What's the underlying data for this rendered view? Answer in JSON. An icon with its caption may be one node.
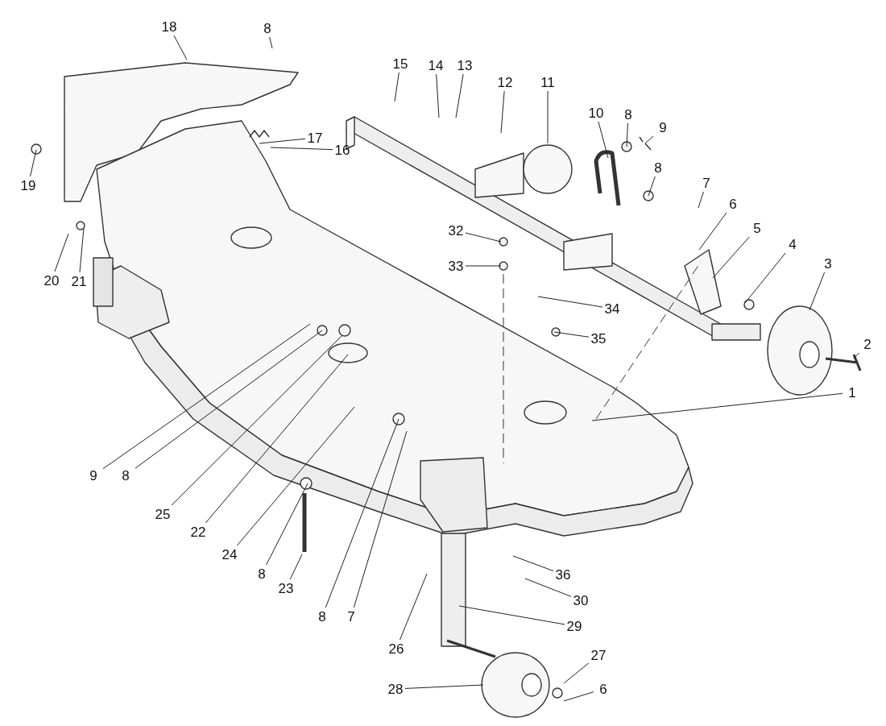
{
  "diagram": {
    "nodes": [
      {
        "text": [
          "18"
        ]
      },
      {
        "text": [
          "8"
        ]
      },
      {
        "text": [
          "15"
        ]
      },
      {
        "text": [
          "14"
        ]
      },
      {
        "text": [
          "13"
        ]
      },
      {
        "text": [
          "12"
        ]
      },
      {
        "text": [
          "11"
        ]
      },
      {
        "text": [
          "10"
        ]
      },
      {
        "text": [
          "8"
        ]
      },
      {
        "text": [
          "9"
        ]
      },
      {
        "text": [
          "8"
        ]
      },
      {
        "text": [
          "7"
        ]
      },
      {
        "text": [
          "6"
        ]
      },
      {
        "text": [
          "5"
        ]
      },
      {
        "text": [
          "4"
        ]
      },
      {
        "text": [
          "3"
        ]
      },
      {
        "text": [
          "2"
        ]
      },
      {
        "text": [
          "1"
        ]
      },
      {
        "text": [
          "17"
        ]
      },
      {
        "text": [
          "16"
        ]
      },
      {
        "text": [
          "19"
        ]
      },
      {
        "text": [
          "20"
        ]
      },
      {
        "text": [
          "21"
        ]
      },
      {
        "text": [
          "32"
        ]
      },
      {
        "text": [
          "33"
        ]
      },
      {
        "text": [
          "34"
        ]
      },
      {
        "text": [
          "35"
        ]
      },
      {
        "text": [
          "9"
        ]
      },
      {
        "text": [
          "8"
        ]
      },
      {
        "text": [
          "25"
        ]
      },
      {
        "text": [
          "22"
        ]
      },
      {
        "text": [
          "24"
        ]
      },
      {
        "text": [
          "8"
        ]
      },
      {
        "text": [
          "23"
        ]
      },
      {
        "text": [
          "8"
        ]
      },
      {
        "text": [
          "7"
        ]
      },
      {
        "text": [
          "36"
        ]
      },
      {
        "text": [
          "30"
        ]
      },
      {
        "text": [
          "29"
        ]
      },
      {
        "text": [
          "26"
        ]
      },
      {
        "text": [
          "27"
        ]
      },
      {
        "text": [
          "6"
        ]
      },
      {
        "text": [
          "28"
        ]
      }
    ],
    "edges": [
      {
        "from": 0,
        "to": null,
        "arrow": "none"
      },
      {
        "from": 1,
        "to": null,
        "arrow": "none"
      },
      {
        "from": 2,
        "to": null,
        "arrow": "none"
      },
      {
        "from": 3,
        "to": null,
        "arrow": "none"
      },
      {
        "from": 4,
        "to": null,
        "arrow": "none"
      },
      {
        "from": 5,
        "to": null,
        "arrow": "none"
      },
      {
        "from": 6,
        "to": null,
        "arrow": "none"
      },
      {
        "from": 7,
        "to": null,
        "arrow": "none"
      },
      {
        "from": 8,
        "to": null,
        "arrow": "none"
      },
      {
        "from": 9,
        "to": null,
        "arrow": "none"
      },
      {
        "from": 10,
        "to": null,
        "arrow": "none"
      },
      {
        "from": 11,
        "to": null,
        "arrow": "none"
      },
      {
        "from": 12,
        "to": null,
        "arrow": "none"
      },
      {
        "from": 13,
        "to": null,
        "arrow": "none"
      },
      {
        "from": 14,
        "to": null,
        "arrow": "none"
      },
      {
        "from": 15,
        "to": null,
        "arrow": "none"
      },
      {
        "from": 16,
        "to": null,
        "arrow": "none"
      },
      {
        "from": 17,
        "to": null,
        "arrow": "none"
      },
      {
        "from": 18,
        "to": null,
        "arrow": "none"
      },
      {
        "from": 19,
        "to": null,
        "arrow": "none"
      },
      {
        "from": 20,
        "to": null,
        "arrow": "none"
      },
      {
        "from": 21,
        "to": null,
        "arrow": "none"
      },
      {
        "from": 22,
        "to": null,
        "arrow": "none"
      },
      {
        "from": 23,
        "to": null,
        "arrow": "none"
      },
      {
        "from": 24,
        "to": null,
        "arrow": "none"
      },
      {
        "from": 25,
        "to": null,
        "arrow": "none"
      },
      {
        "from": 26,
        "to": null,
        "arrow": "none"
      },
      {
        "from": 27,
        "to": null,
        "arrow": "none"
      },
      {
        "from": 28,
        "to": null,
        "arrow": "none"
      },
      {
        "from": 29,
        "to": null,
        "arrow": "none"
      },
      {
        "from": 30,
        "to": null,
        "arrow": "none"
      },
      {
        "from": 31,
        "to": null,
        "arrow": "none"
      },
      {
        "from": 32,
        "to": null,
        "arrow": "none"
      },
      {
        "from": 33,
        "to": null,
        "arrow": "none"
      },
      {
        "from": 34,
        "to": null,
        "arrow": "none"
      },
      {
        "from": 35,
        "to": null,
        "arrow": "none"
      },
      {
        "from": 36,
        "to": null,
        "arrow": "none"
      },
      {
        "from": 37,
        "to": null,
        "arrow": "none"
      },
      {
        "from": 38,
        "to": null,
        "arrow": "none"
      },
      {
        "from": 39,
        "to": null,
        "arrow": "none"
      },
      {
        "from": 40,
        "to": null,
        "arrow": "none"
      },
      {
        "from": 41,
        "to": null,
        "arrow": "none"
      },
      {
        "from": 42,
        "to": null,
        "arrow": "none"
      }
    ]
  }
}
